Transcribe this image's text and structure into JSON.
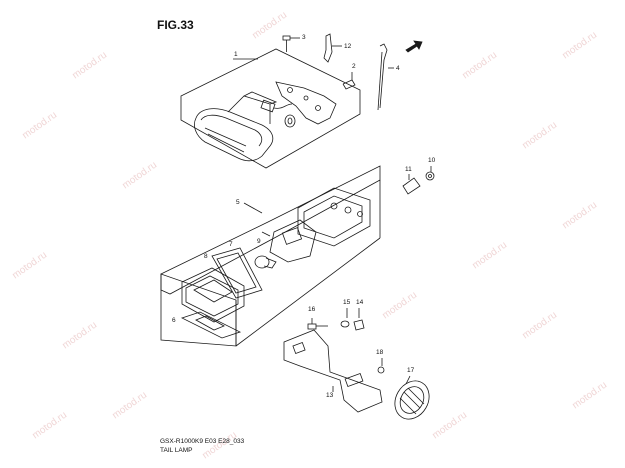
{
  "figure": {
    "title": "FIG.33"
  },
  "caption": {
    "model_code": "GSX-R1000K9 E03 E28_033",
    "name": "TAIL LAMP"
  },
  "callouts": [
    "1",
    "2",
    "3",
    "4",
    "5",
    "6",
    "7",
    "8",
    "9",
    "10",
    "11",
    "12",
    "13",
    "14",
    "15",
    "16",
    "17",
    "18"
  ],
  "watermark": "motod.ru",
  "colors": {
    "line": "#1a1a1a",
    "watermark": "#f0d6d6"
  },
  "icons": [
    "front-direction-arrow-icon"
  ]
}
